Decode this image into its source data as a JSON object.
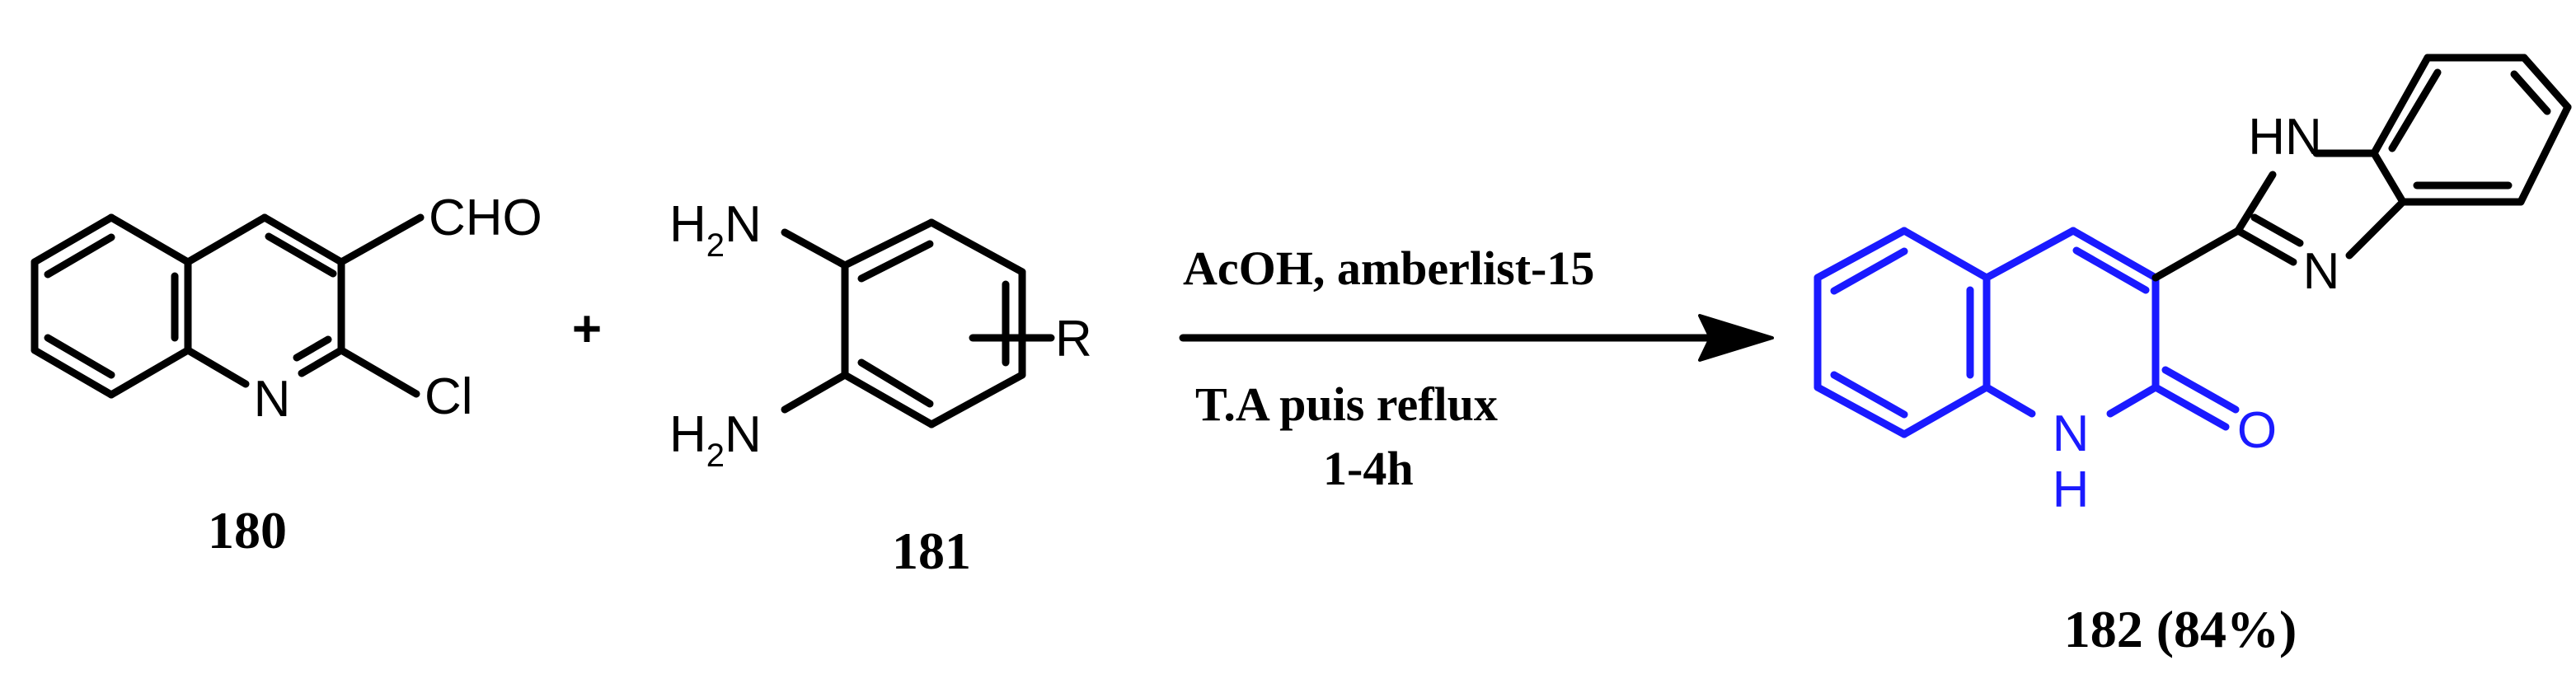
{
  "colors": {
    "reactant": "#000000",
    "product_core": "#1a1aff"
  },
  "reactant_1": {
    "compound_number": "180",
    "aldehyde_label": "CHO",
    "ring_nitrogen_label": "N",
    "chloro_label": "Cl"
  },
  "plus_sign": "+",
  "reactant_2": {
    "compound_number": "181",
    "amine_top": {
      "prefix": "H",
      "subscript": "2",
      "suffix": "N"
    },
    "amine_bottom": {
      "prefix": "H",
      "subscript": "2",
      "suffix": "N"
    },
    "substituent_label": "R"
  },
  "reaction": {
    "reagents": "AcOH, amberlist-15",
    "conditions_line1": "T.A puis reflux",
    "conditions_line2": "1-4h"
  },
  "product": {
    "compound_label": "182 (84%)",
    "imidazole_nh_label": "HN",
    "imidazole_n_label": "N",
    "lactam_n_label": "N",
    "lactam_h_label": "H",
    "carbonyl_o_label": "O"
  }
}
